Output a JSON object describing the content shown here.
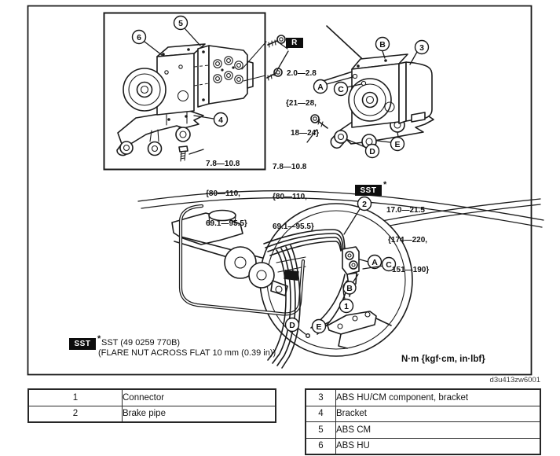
{
  "figure": {
    "code": "d3u413zw6001",
    "units_note": "N·m {kgf·cm, in·lbf}",
    "asterisk": "*",
    "sst_badge": "SST",
    "r_badge": "R",
    "sst_note_line1": "SST (49 0259 770B)",
    "sst_note_line2": "(FLARE NUT ACROSS FLAT 10 mm (0.39 in))",
    "specs": {
      "inset_bolt": {
        "l1": "7.8—10.8",
        "l2": "{80—110,",
        "l3": "69.1—95.5}"
      },
      "assembly_bolt": {
        "l1": "7.8—10.8",
        "l2": "{80—110,",
        "l3": "69.1—95.5}"
      },
      "screw": {
        "l1": "2.0—2.8",
        "l2": "{21—28,",
        "l3": "18—24}"
      },
      "flare_nut": {
        "l1": "17.0—21.5",
        "l2": "{174—220,",
        "l3": "151—190}"
      }
    },
    "callouts": {
      "n1": "1",
      "n2": "2",
      "n3": "3",
      "n4": "4",
      "n5": "5",
      "n6": "6",
      "A": "A",
      "B": "B",
      "C": "C",
      "D": "D",
      "E": "E"
    },
    "colors": {
      "ink": "#1b1b1b",
      "badge_bg": "#0d0d0d",
      "badge_fg": "#ffffff"
    }
  },
  "legend": {
    "left": [
      {
        "num": "1",
        "label": "Connector"
      },
      {
        "num": "2",
        "label": "Brake pipe"
      }
    ],
    "right": [
      {
        "num": "3",
        "label": "ABS HU/CM component, bracket"
      },
      {
        "num": "4",
        "label": "Bracket"
      },
      {
        "num": "5",
        "label": "ABS CM"
      },
      {
        "num": "6",
        "label": "ABS HU"
      }
    ]
  }
}
